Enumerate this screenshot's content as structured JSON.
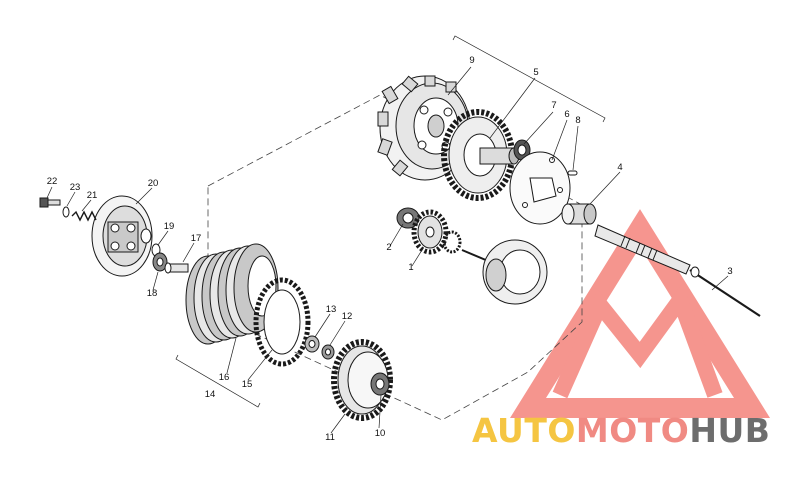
{
  "diagram": {
    "callouts": [
      "1",
      "2",
      "3",
      "4",
      "5",
      "6",
      "7",
      "8",
      "9",
      "10",
      "11",
      "12",
      "13",
      "14",
      "15",
      "16",
      "17",
      "18",
      "19",
      "20",
      "21",
      "22",
      "23"
    ]
  },
  "watermark": {
    "part1": "AUTO",
    "part2": "MOTO",
    "part3": "HUB",
    "colors": {
      "auto": "#f5c542",
      "moto": "#f08a83",
      "hub": "#6d6d6d",
      "logo": "#f26b63"
    }
  }
}
